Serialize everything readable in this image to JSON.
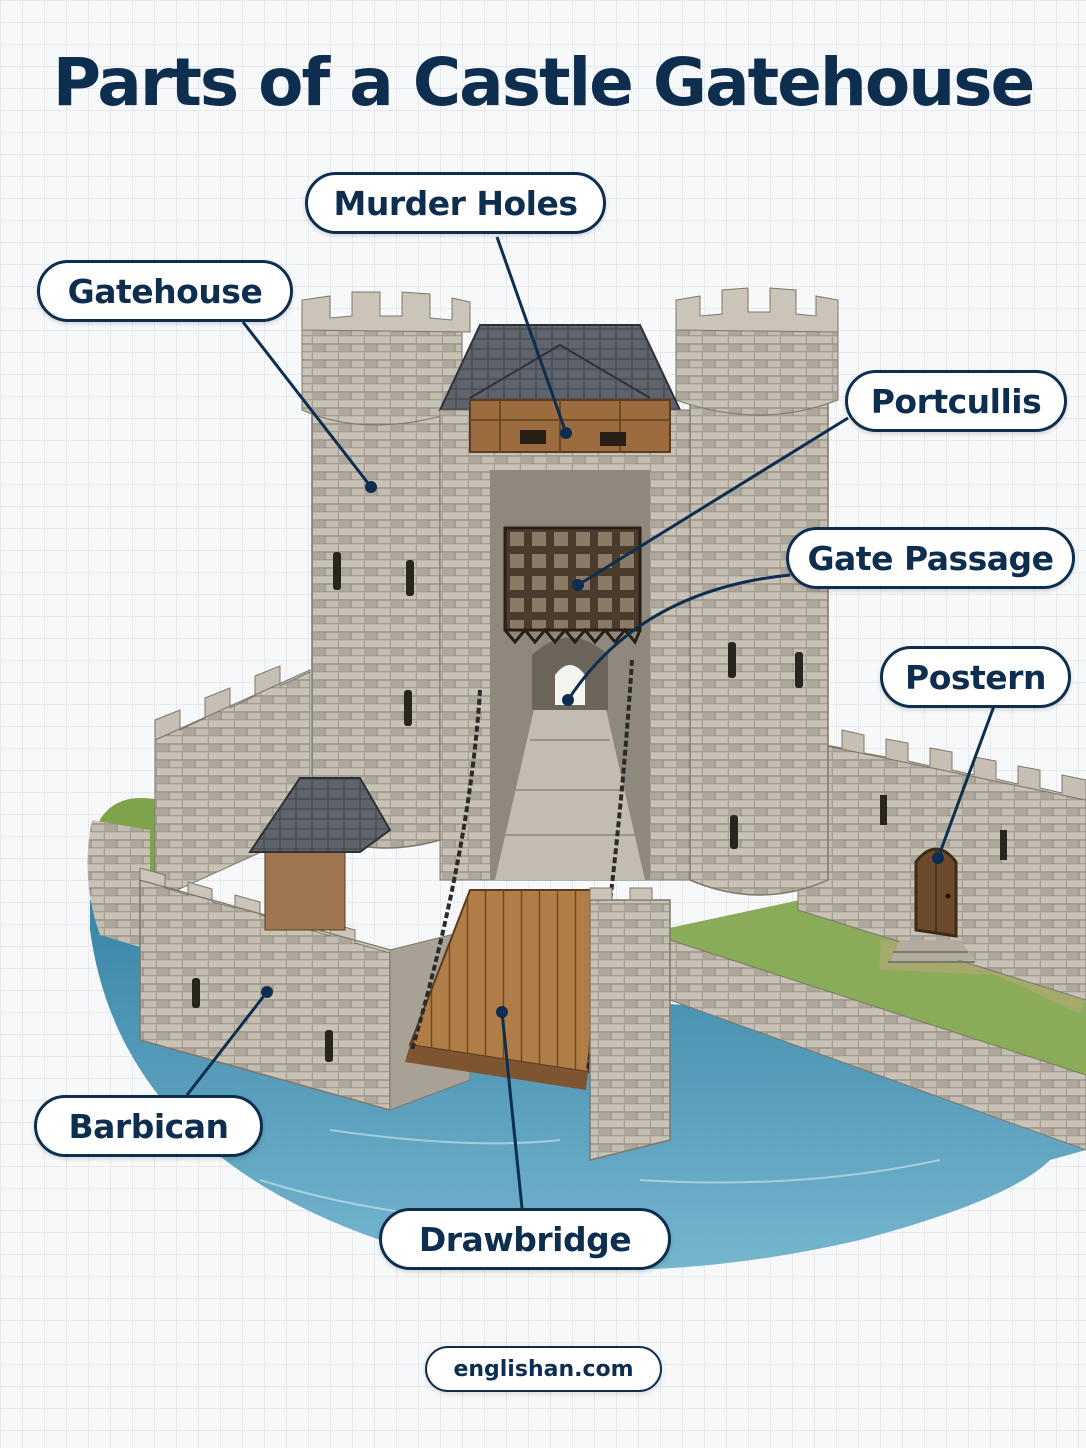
{
  "title": "Parts of a Castle Gatehouse",
  "labels": {
    "murder_holes": "Murder Holes",
    "gatehouse": "Gatehouse",
    "portcullis": "Portcullis",
    "gate_passage": "Gate Passage",
    "postern": "Postern",
    "barbican": "Barbican",
    "drawbridge": "Drawbridge"
  },
  "footer": "englishan.com",
  "colors": {
    "navy": "#0e2e4f",
    "stone": "#b9b2a6",
    "water": "#3f8fb1",
    "wood": "#9b6b3f",
    "roof": "#5a5e66",
    "grass": "#7ea34a"
  }
}
